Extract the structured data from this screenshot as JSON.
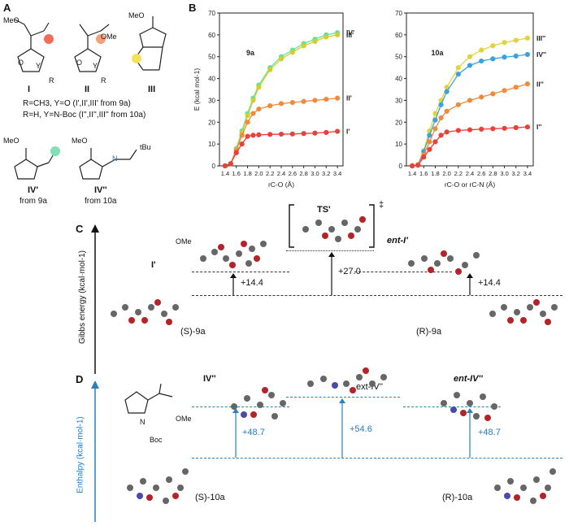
{
  "panels": {
    "a": "A",
    "b": "B",
    "c": "C",
    "d": "D"
  },
  "panelA": {
    "struct_I": "I",
    "struct_II": "II",
    "struct_III": "III",
    "struct_IVp": "IV'",
    "struct_IVpp": "IV''",
    "from_9a": "from 9a",
    "from_10a": "from 10a",
    "line1": "R=CH3, Y=O (I',II',III' from 9a)",
    "line2": "R=H, Y=N-Boc (I'',II'',III'' from 10a)",
    "meo": "MeO",
    "ome": "OMe",
    "tbu": "tBu",
    "o": "O",
    "y": "Y",
    "r": "R",
    "n": "N"
  },
  "chart_data": [
    {
      "type": "line",
      "title": "9a",
      "xlabel": "rC-O (Å)",
      "ylabel": "E (kcal mol-1)",
      "xlim": [
        1.3,
        3.5
      ],
      "ylim": [
        0,
        70
      ],
      "xticks": [
        1.4,
        1.6,
        1.8,
        2.0,
        2.2,
        2.4,
        2.6,
        2.8,
        3.0,
        3.2,
        3.4
      ],
      "yticks": [
        0,
        10,
        20,
        30,
        40,
        50,
        60,
        70
      ],
      "x": [
        1.4,
        1.5,
        1.6,
        1.7,
        1.8,
        1.9,
        2.0,
        2.2,
        2.4,
        2.6,
        2.8,
        3.0,
        3.2,
        3.4
      ],
      "series": [
        {
          "name": "IV'",
          "color": "#5ee3a0",
          "values": [
            0,
            1,
            8,
            16,
            24,
            31,
            37,
            45,
            50,
            53,
            56,
            58,
            60,
            61
          ]
        },
        {
          "name": "III'",
          "color": "#d6cc2a",
          "values": [
            0,
            1,
            7.5,
            15,
            23,
            30,
            36,
            44,
            49,
            52,
            55,
            57,
            59,
            60
          ]
        },
        {
          "name": "II'",
          "color": "#f08a3c",
          "values": [
            0,
            1,
            7,
            14,
            20,
            24,
            26,
            27.5,
            28.5,
            29,
            29.5,
            30,
            30.5,
            31
          ]
        },
        {
          "name": "I'",
          "color": "#e8403a",
          "values": [
            0,
            1,
            6,
            10,
            13.5,
            14,
            14.2,
            14.4,
            14.5,
            14.6,
            14.8,
            15,
            15.3,
            15.8
          ]
        }
      ]
    },
    {
      "type": "line",
      "title": "10a",
      "xlabel": "rC-O or rC-N (Å)",
      "ylabel": "",
      "xlim": [
        1.3,
        3.5
      ],
      "ylim": [
        0,
        70
      ],
      "xticks": [
        1.4,
        1.6,
        1.8,
        2.0,
        2.2,
        2.4,
        2.6,
        2.8,
        3.0,
        3.2,
        3.4
      ],
      "yticks": [
        0,
        10,
        20,
        30,
        40,
        50,
        60,
        70
      ],
      "x": [
        1.4,
        1.5,
        1.6,
        1.7,
        1.8,
        1.9,
        2.0,
        2.2,
        2.4,
        2.6,
        2.8,
        3.0,
        3.2,
        3.4
      ],
      "series": [
        {
          "name": "III''",
          "color": "#e2d33a",
          "values": [
            0,
            0.5,
            7,
            16,
            24,
            30,
            36,
            45,
            50,
            53,
            55,
            56.5,
            57.5,
            58.5
          ]
        },
        {
          "name": "IV''",
          "color": "#3aa2e0",
          "values": [
            0,
            0.5,
            6.5,
            14,
            21,
            28,
            34,
            42,
            46,
            48,
            49,
            49.8,
            50.3,
            51
          ]
        },
        {
          "name": "II''",
          "color": "#f08a3c",
          "values": [
            0,
            0.5,
            5,
            11,
            17,
            22,
            25,
            28,
            30,
            31.5,
            33,
            34.5,
            36,
            37.5
          ]
        },
        {
          "name": "I''",
          "color": "#e8403a",
          "values": [
            0,
            0.3,
            4,
            7.5,
            11,
            14,
            15.5,
            16.2,
            16.5,
            16.8,
            17,
            17.2,
            17.5,
            17.8
          ]
        }
      ]
    }
  ],
  "panelC": {
    "axis": "Gibbs energy (kcal·mol-1)",
    "ts": "TS'",
    "dagger": "‡",
    "I": "I'",
    "entI": "ent-I'",
    "S9a": "(S)-9a",
    "R9a": "(R)-9a",
    "val_left": "+14.4",
    "val_mid": "+27.0",
    "val_right": "+14.4",
    "ome": "OMe"
  },
  "panelD": {
    "axis": "Enthalpy (kcal·mol-1)",
    "IVpp": "IV''",
    "ext": "ext-IV''",
    "entIV": "ent-IV''",
    "S10a": "(S)-10a",
    "R10a": "(R)-10a",
    "val_left": "+48.7",
    "val_mid": "+54.6",
    "val_right": "+48.7",
    "boc": "Boc",
    "ome": "OMe",
    "n": "N"
  }
}
